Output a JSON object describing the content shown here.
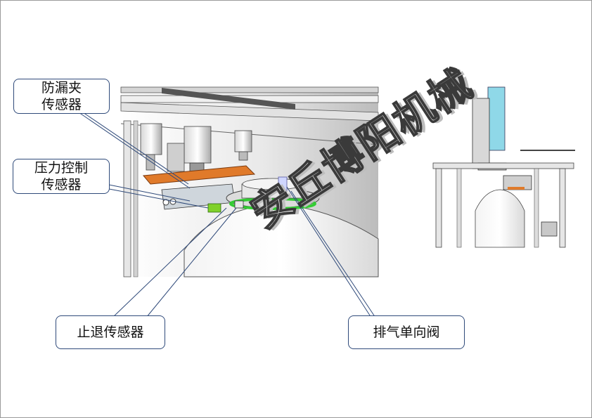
{
  "callouts": {
    "anti_leak_clamp_sensor": {
      "line1": "防漏夹",
      "line2": "传感器"
    },
    "pressure_control_sensor": {
      "line1": "压力控制",
      "line2": "传感器"
    },
    "stop_retreat_sensor": {
      "label": "止退传感器"
    },
    "exhaust_check_valve": {
      "label": "排气单向阀"
    }
  },
  "watermark": {
    "text": "安丘博阳机械"
  },
  "colors": {
    "callout_border": "#2f4a7a",
    "clamp_plate": "#e07a2a",
    "seal_ring": "#33cc33",
    "sensor_block": "#7fd12a",
    "cylinder_blue": "#8fd8e8"
  }
}
